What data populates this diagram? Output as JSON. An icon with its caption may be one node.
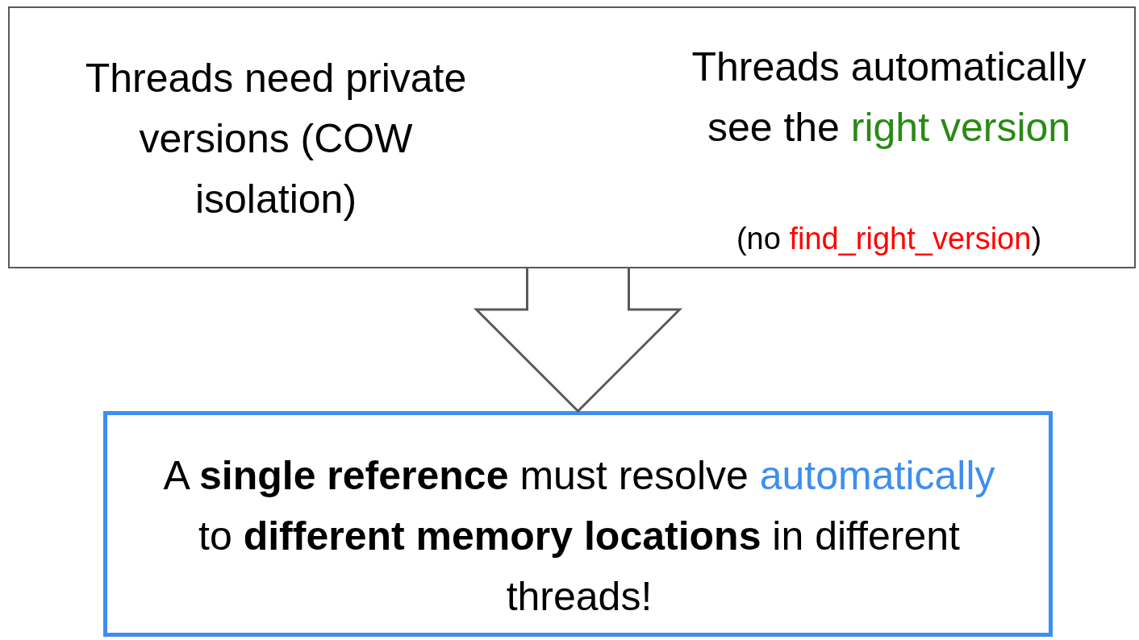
{
  "diagram": {
    "nodes": [
      {
        "text": [
          "Threads need private versions (COW isolation)",
          "Threads automatically see the *right version*",
          "(no *find_right_version*)"
        ]
      },
      {
        "text": [
          "A **single reference** must resolve *automatically* to **different memory locations** in different threads!"
        ]
      }
    ],
    "edges": [
      {
        "from": 0,
        "to": 1,
        "arrow": "to",
        "style": "thick"
      }
    ]
  }
}
